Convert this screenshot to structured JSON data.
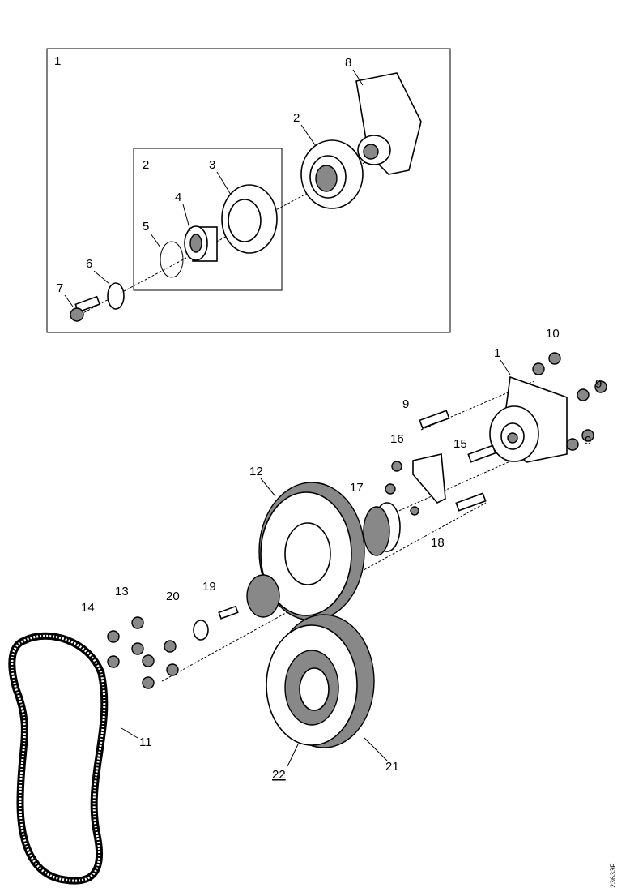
{
  "diagram": {
    "reference_code": "23633F",
    "inset_labels": {
      "assembly": "1",
      "bracket": "8",
      "housing": "2",
      "subassembly": "2",
      "cover": "3",
      "bearing": "4",
      "circlip": "5",
      "washer": "6",
      "bolt": "7"
    },
    "main_labels": {
      "nut": "10",
      "tensioner": "1",
      "stud_left": "9",
      "nut_right_top": "9",
      "nut_right_bottom": "9",
      "bolt_16": "16",
      "bracket_15": "15",
      "idler": "17",
      "washer_18": "18",
      "pulley": "12",
      "bolt_13": "13",
      "bolt_14": "14",
      "bolt_19": "19",
      "plate_20": "20",
      "belt": "11",
      "hub": "22",
      "damper": "21"
    }
  }
}
